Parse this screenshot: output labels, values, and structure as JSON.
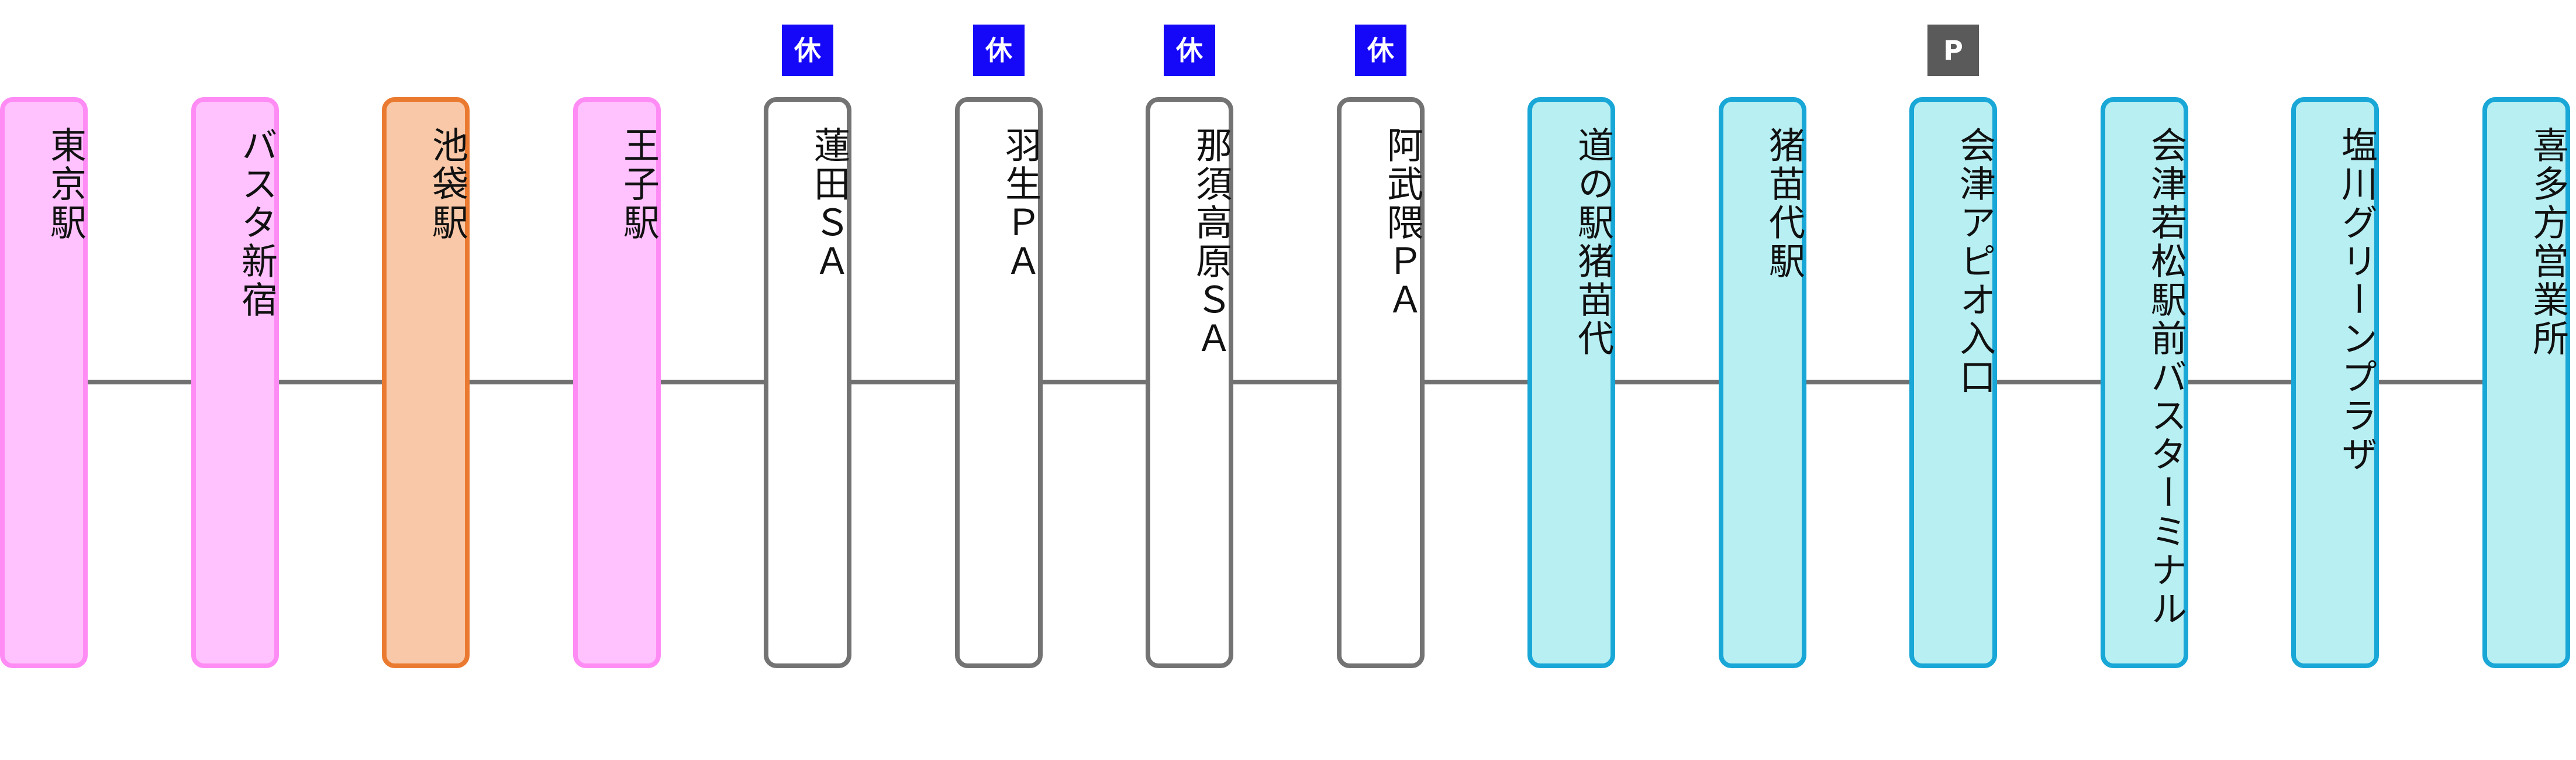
{
  "route": {
    "stops": [
      {
        "name": "東京駅",
        "kind": "tokyo",
        "marker": ""
      },
      {
        "name": "バスタ新宿",
        "kind": "tokyo",
        "marker": ""
      },
      {
        "name": "池袋駅",
        "kind": "current",
        "marker": ""
      },
      {
        "name": "王子駅",
        "kind": "tokyo",
        "marker": ""
      },
      {
        "name": "蓮田ＳＡ",
        "kind": "rest",
        "marker": "休"
      },
      {
        "name": "羽生ＰＡ",
        "kind": "rest",
        "marker": "休"
      },
      {
        "name": "那須高原ＳＡ",
        "kind": "rest",
        "marker": "休"
      },
      {
        "name": "阿武隈ＰＡ",
        "kind": "rest",
        "marker": "休"
      },
      {
        "name": "道の駅猪苗代",
        "kind": "aizu",
        "marker": ""
      },
      {
        "name": "猪苗代駅",
        "kind": "aizu",
        "marker": ""
      },
      {
        "name": "会津アピオ入口",
        "kind": "aizu",
        "marker": "P"
      },
      {
        "name": "会津若松駅前バスターミナル",
        "kind": "aizu",
        "marker": ""
      },
      {
        "name": "塩川グリーンプラザ",
        "kind": "aizu",
        "marker": ""
      },
      {
        "name": "喜多方営業所",
        "kind": "aizu",
        "marker": ""
      }
    ]
  },
  "colors": {
    "tokyo_fill": "#ffc2ff",
    "tokyo_border": "#ff8cf5",
    "current_fill": "#f8c8a8",
    "current_border": "#eb7a31",
    "rest_fill": "#ffffff",
    "rest_border": "#737373",
    "aizu_fill": "#b7eff3",
    "aizu_border": "#18a7d6",
    "rest_marker": "#1507f7",
    "parking_marker": "#5a5a5a",
    "line": "#707070"
  }
}
